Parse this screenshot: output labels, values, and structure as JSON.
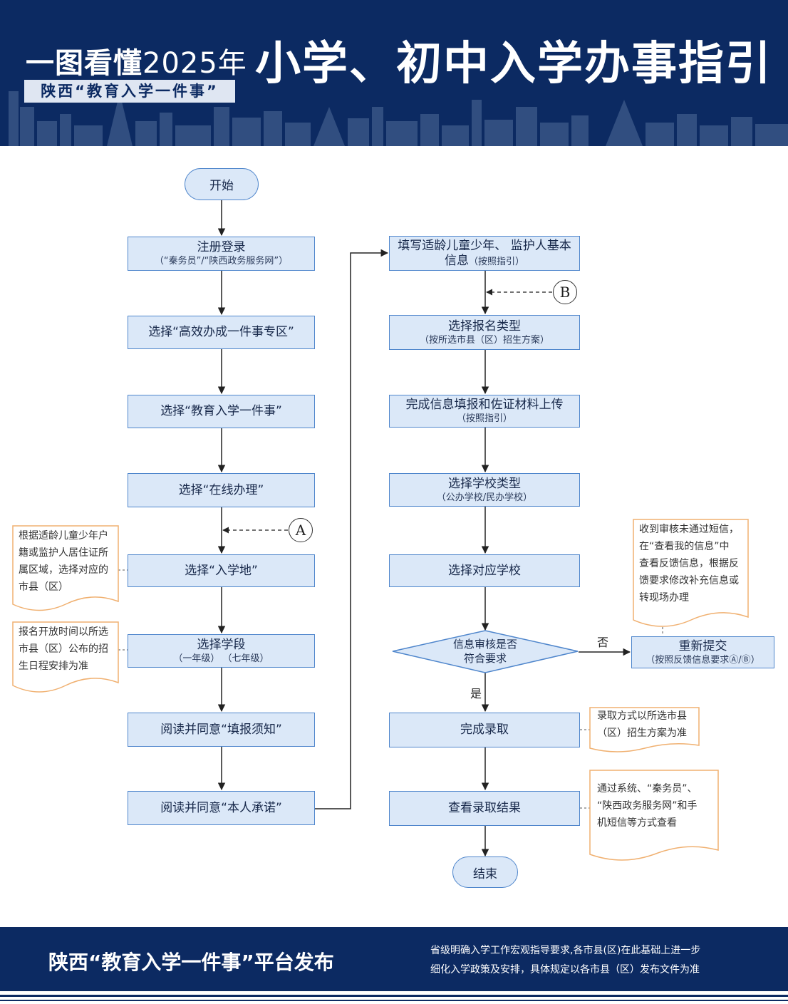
{
  "header": {
    "line1_prefix": "一图看懂",
    "line1_year": "2025年",
    "subtitle": "陕西“教育入学一件事”",
    "title": "小学、初中入学办事指引"
  },
  "flow": {
    "start": "开始",
    "left": [
      {
        "main": "注册登录",
        "sub": "（“秦务员”/“陕西政务服务网”）"
      },
      {
        "main": "选择“高效办成一件事专区”",
        "sub": ""
      },
      {
        "main": "选择“教育入学一件事”",
        "sub": ""
      },
      {
        "main": "选择“在线办理”",
        "sub": ""
      },
      {
        "main": "选择“入学地”",
        "sub": ""
      },
      {
        "main": "选择学段",
        "sub": "（一年级）  （七年级）"
      },
      {
        "main": "阅读并同意“填报须知”",
        "sub": ""
      },
      {
        "main": "阅读并同意“本人承诺”",
        "sub": ""
      }
    ],
    "right": [
      {
        "main": "填写适龄儿童少年、 监护人基本",
        "main2": "信息",
        "sub": "（按照指引）"
      },
      {
        "main": "选择报名类型",
        "sub": "（按所选市县（区）招生方案）"
      },
      {
        "main": "完成信息填报和佐证材料上传",
        "sub": "（按照指引）"
      },
      {
        "main": "选择学校类型",
        "sub": "（公办学校/民办学校）"
      },
      {
        "main": "选择对应学校",
        "sub": ""
      },
      {
        "main": "完成录取",
        "sub": ""
      },
      {
        "main": "查看录取结果",
        "sub": ""
      }
    ],
    "decision": {
      "line1": "信息审核是否",
      "line2": "符合要求",
      "yes": "是",
      "no": "否"
    },
    "resubmit": {
      "main": "重新提交",
      "sub": "（按照反馈信息要求Ⓐ/Ⓑ）"
    },
    "end": "结束",
    "connector_a": "A",
    "connector_b": "B"
  },
  "notes": {
    "region": [
      "根据适龄儿童少年户",
      "籍或监护人居住证所",
      "属区域，选择对应的",
      "市县（区）"
    ],
    "time": [
      "报名开放时间以所选",
      "市县（区）公布的招",
      "生日程安排为准"
    ],
    "review": [
      "收到审核未通过短信，",
      "在“查看我的信息”中",
      "查看反馈信息，根据反",
      "馈要求修改补充信息或",
      "转现场办理"
    ],
    "admission": [
      "录取方式以所选市县",
      "（区）招生方案为准"
    ],
    "result": [
      "通过系统、“秦务员”、",
      "“陕西政务服务网”和手",
      "机短信等方式查看"
    ]
  },
  "footer": {
    "left": "陕西“教育入学一件事”平台发布",
    "right_line1": "省级明确入学工作宏观指导要求,各市县(区)在此基础上进一步",
    "right_line2": "细化入学政策及安排，具体规定以各市县（区）发布文件为准"
  },
  "colors": {
    "navy": "#0c2a62",
    "box_fill": "#dbe8f8",
    "box_border": "#4f86cc",
    "note_border": "#f0b070"
  }
}
